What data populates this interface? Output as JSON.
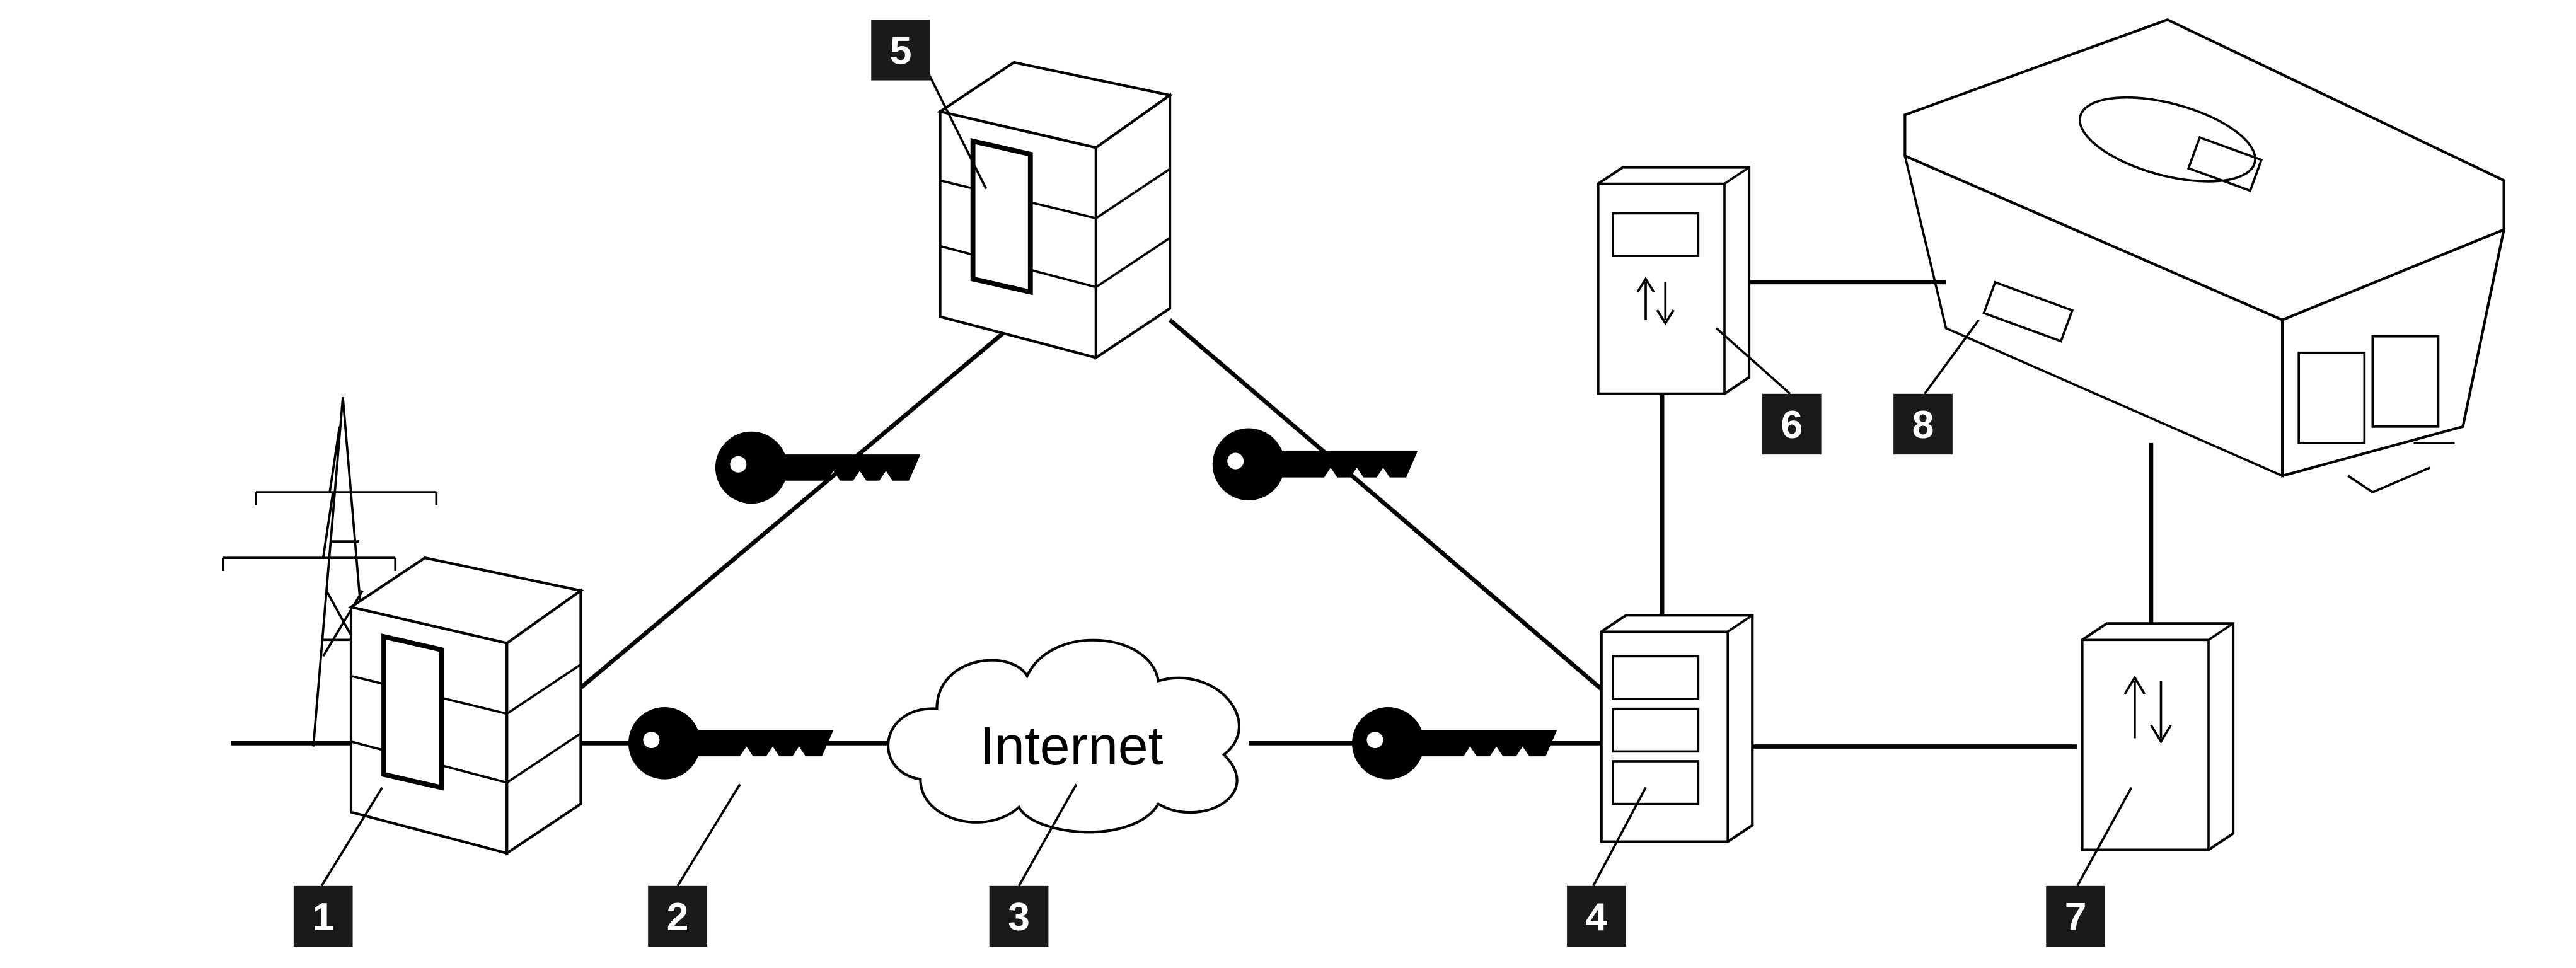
{
  "diagram": {
    "cloud_label": "Internet",
    "callouts": [
      "1",
      "2",
      "3",
      "4",
      "5",
      "6",
      "7",
      "8"
    ],
    "callout_color": "#1a1a1a",
    "icons": [
      "power-pylon",
      "grid-operator-building",
      "key",
      "internet-cloud",
      "energy-meter",
      "inverter"
    ]
  }
}
